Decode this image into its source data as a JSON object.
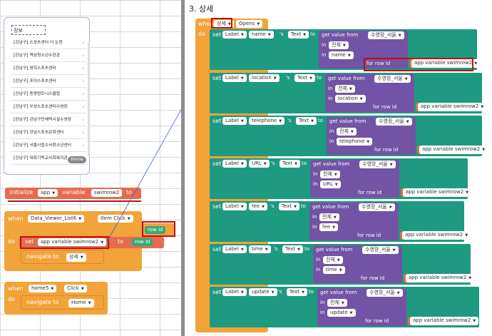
{
  "sections": {
    "title": "3. 상세"
  },
  "phone": {
    "selected_label": "정보",
    "rows": [
      "[강남구] 스포츠센터 더 논현",
      "[강남구] 역삼청소년수련관",
      "[강남구] 영희스포츠센터",
      "[강남구] 포이스포츠센터",
      "[강남구] 동명원트니스클럽",
      "[강남구] 우성스포츠센터수영장",
      "[강남구] 강남구민체력시설수영장",
      "[강남구] 강남스포츠문화센터",
      "[강남구] 서울시립수서청소년센터",
      "[강남구] 대화기독교사회복지관"
    ],
    "home_button": "Home"
  },
  "init_block": {
    "initialize": "initialize",
    "scope": "app",
    "variable": "variable",
    "name": "swimrow2",
    "to": "to"
  },
  "item_click_block": {
    "when": "when",
    "component": "Data_Viewer_List6",
    "event": "Item Click",
    "param": "row id",
    "do": "do",
    "set": "set",
    "var": "app variable swimrow2",
    "to": "to",
    "value": "row id",
    "navigate": "navigate to",
    "screen": "상세"
  },
  "home_click_block": {
    "when": "when",
    "component": "home5",
    "event": "Click",
    "do": "do",
    "navigate": "navigate to",
    "screen": "Home"
  },
  "opens_block": {
    "when": "when",
    "screen": "상세",
    "event": "Opens",
    "do": "do",
    "set": "set",
    "component_type": "Label",
    "prop_sep": "'s",
    "prop": "Text",
    "to": "to",
    "get_value_from": "get value from",
    "source": "수영장_서울",
    "in": "in",
    "all": "전체",
    "for_row_id": "for row id",
    "row_var": "app variable swimrow2",
    "rows": [
      {
        "label": "name",
        "column": "name"
      },
      {
        "label": "location",
        "column": "location"
      },
      {
        "label": "telephone",
        "column": "telephone"
      },
      {
        "label": "URL",
        "column": "URL"
      },
      {
        "label": "fee",
        "column": "fee"
      },
      {
        "label": "time",
        "column": "time"
      },
      {
        "label": "update",
        "column": "update"
      }
    ]
  }
}
